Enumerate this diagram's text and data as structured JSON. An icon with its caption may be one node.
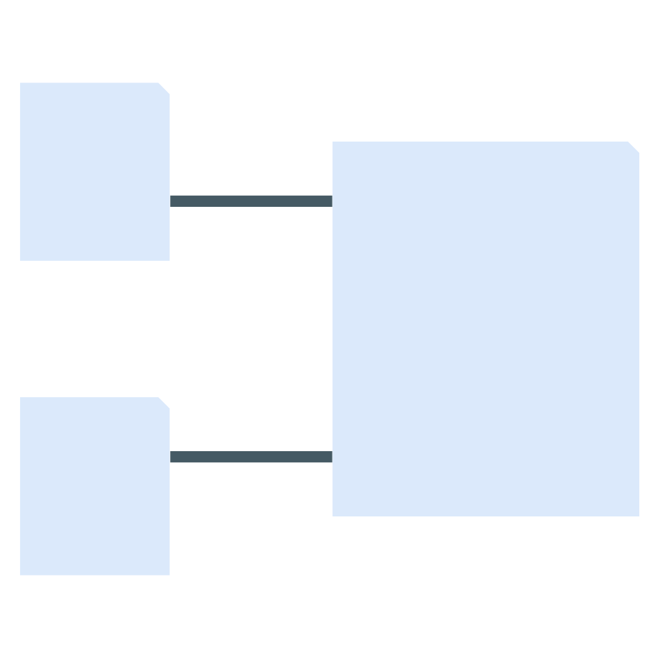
{
  "diagram": {
    "nodes": [
      {
        "text": [],
        "shape": "document"
      },
      {
        "text": [],
        "shape": "document"
      },
      {
        "text": [],
        "shape": "document"
      }
    ],
    "edges": [
      {
        "from": 0,
        "to": 2,
        "arrow": "none"
      },
      {
        "from": 1,
        "to": 2,
        "arrow": "none"
      }
    ]
  }
}
